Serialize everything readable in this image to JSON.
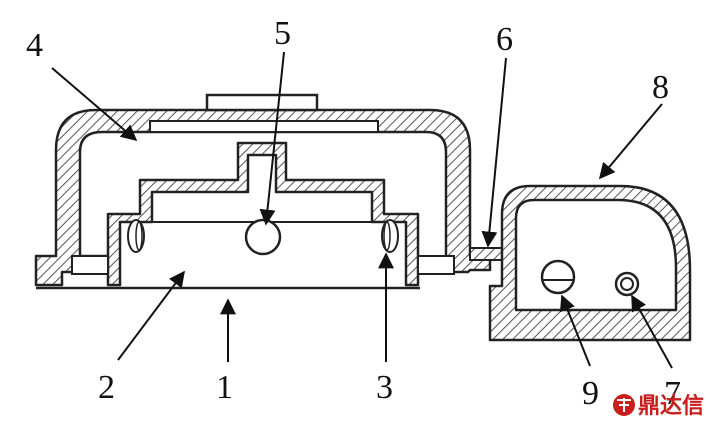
{
  "diagram": {
    "labels": {
      "l1": "1",
      "l2": "2",
      "l3": "3",
      "l4": "4",
      "l5": "5",
      "l6": "6",
      "l7": "7",
      "l8": "8",
      "l9": "9"
    }
  },
  "watermark": {
    "text": "鼎达信",
    "color": "#c81e1e"
  }
}
